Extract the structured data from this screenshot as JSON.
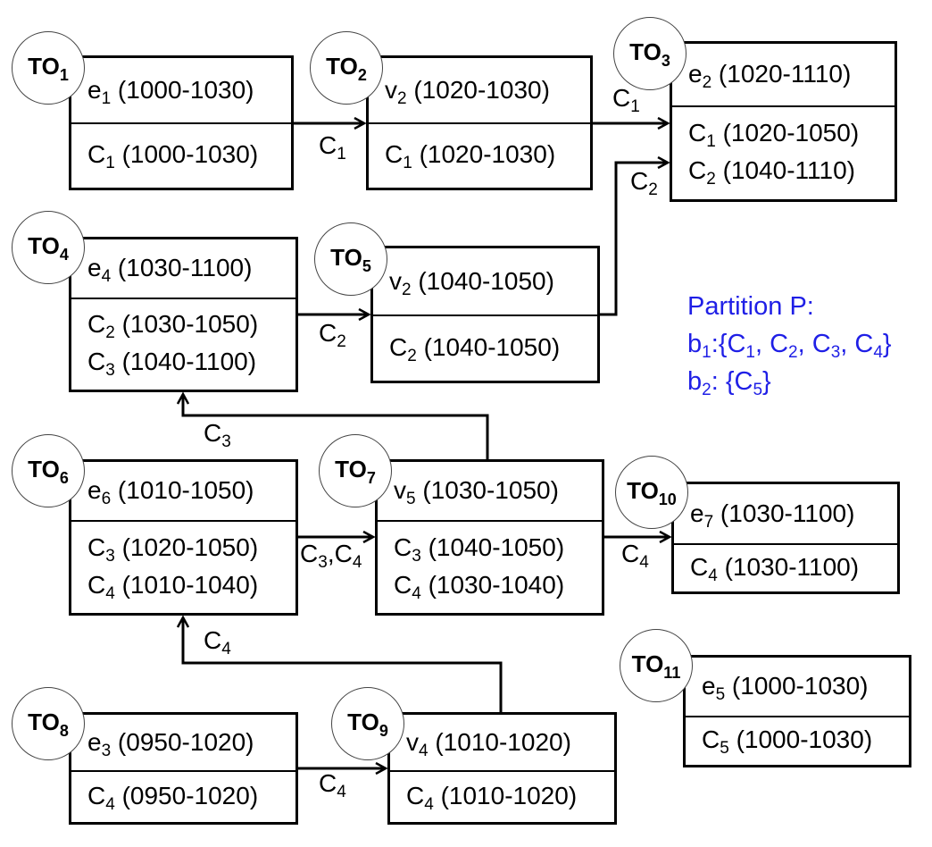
{
  "nodes": [
    {
      "id": "TO1",
      "label": "TO",
      "sub": "1",
      "head": {
        "t": "e",
        "s": "1",
        "r": "(1000-1030)"
      },
      "body": [
        {
          "t": "C",
          "s": "1",
          "r": "(1000-1030)"
        }
      ]
    },
    {
      "id": "TO2",
      "label": "TO",
      "sub": "2",
      "head": {
        "t": "v",
        "s": "2",
        "r": "(1020-1030)"
      },
      "body": [
        {
          "t": "C",
          "s": "1",
          "r": "(1020-1030)"
        }
      ]
    },
    {
      "id": "TO3",
      "label": "TO",
      "sub": "3",
      "head": {
        "t": "e",
        "s": "2",
        "r": "(1020-1110)"
      },
      "body": [
        {
          "t": "C",
          "s": "1",
          "r": "(1020-1050)"
        },
        {
          "t": "C",
          "s": "2",
          "r": "(1040-1110)"
        }
      ]
    },
    {
      "id": "TO4",
      "label": "TO",
      "sub": "4",
      "head": {
        "t": "e",
        "s": "4",
        "r": "(1030-1100)"
      },
      "body": [
        {
          "t": "C",
          "s": "2",
          "r": "(1030-1050)"
        },
        {
          "t": "C",
          "s": "3",
          "r": "(1040-1100)"
        }
      ]
    },
    {
      "id": "TO5",
      "label": "TO",
      "sub": "5",
      "head": {
        "t": "v",
        "s": "2",
        "r": "(1040-1050)"
      },
      "body": [
        {
          "t": "C",
          "s": "2",
          "r": "(1040-1050)"
        }
      ]
    },
    {
      "id": "TO6",
      "label": "TO",
      "sub": "6",
      "head": {
        "t": "e",
        "s": "6",
        "r": "(1010-1050)"
      },
      "body": [
        {
          "t": "C",
          "s": "3",
          "r": "(1020-1050)"
        },
        {
          "t": "C",
          "s": "4",
          "r": "(1010-1040)"
        }
      ]
    },
    {
      "id": "TO7",
      "label": "TO",
      "sub": "7",
      "head": {
        "t": "v",
        "s": "5",
        "r": "(1030-1050)"
      },
      "body": [
        {
          "t": "C",
          "s": "3",
          "r": "(1040-1050)"
        },
        {
          "t": "C",
          "s": "4",
          "r": "(1030-1040)"
        }
      ]
    },
    {
      "id": "TO10",
      "label": "TO",
      "sub": "10",
      "head": {
        "t": "e",
        "s": "7",
        "r": "(1030-1100)"
      },
      "body": [
        {
          "t": "C",
          "s": "4",
          "r": "(1030-1100)"
        }
      ]
    },
    {
      "id": "TO11",
      "label": "TO",
      "sub": "11",
      "head": {
        "t": "e",
        "s": "5",
        "r": "(1000-1030)"
      },
      "body": [
        {
          "t": "C",
          "s": "5",
          "r": "(1000-1030)"
        }
      ]
    },
    {
      "id": "TO8",
      "label": "TO",
      "sub": "8",
      "head": {
        "t": "e",
        "s": "3",
        "r": "(0950-1020)"
      },
      "body": [
        {
          "t": "C",
          "s": "4",
          "r": "(0950-1020)"
        }
      ]
    },
    {
      "id": "TO9",
      "label": "TO",
      "sub": "9",
      "head": {
        "t": "v",
        "s": "4",
        "r": "(1010-1020)"
      },
      "body": [
        {
          "t": "C",
          "s": "4",
          "r": "(1010-1020)"
        }
      ]
    }
  ],
  "edges": [
    {
      "id": "e-to1-to2",
      "from": "TO1",
      "to": "TO2",
      "label": [
        {
          "t": "C",
          "s": "1"
        }
      ]
    },
    {
      "id": "e-to2-to3",
      "from": "TO2",
      "to": "TO3",
      "label": [
        {
          "t": "C",
          "s": "1"
        }
      ]
    },
    {
      "id": "e-to5-to3",
      "from": "TO5",
      "to": "TO3",
      "label": [
        {
          "t": "C",
          "s": "2"
        }
      ]
    },
    {
      "id": "e-to4-to5",
      "from": "TO4",
      "to": "TO5",
      "label": [
        {
          "t": "C",
          "s": "2"
        }
      ]
    },
    {
      "id": "e-to7-to4",
      "from": "TO7",
      "to": "TO4",
      "label": [
        {
          "t": "C",
          "s": "3"
        }
      ]
    },
    {
      "id": "e-to6-to7",
      "from": "TO6",
      "to": "TO7",
      "label": [
        {
          "t": "C",
          "s": "3"
        },
        {
          "t": ",C",
          "s": "4"
        }
      ]
    },
    {
      "id": "e-to7-to10",
      "from": "TO7",
      "to": "TO10",
      "label": [
        {
          "t": "C",
          "s": "4"
        }
      ]
    },
    {
      "id": "e-to9-to6",
      "from": "TO9",
      "to": "TO6",
      "label": [
        {
          "t": "C",
          "s": "4"
        }
      ]
    },
    {
      "id": "e-to8-to9",
      "from": "TO8",
      "to": "TO9",
      "label": [
        {
          "t": "C",
          "s": "4"
        }
      ]
    }
  ],
  "partition": {
    "title": "Partition P:",
    "lines": [
      [
        {
          "t": "b",
          "s": "1"
        },
        {
          "t": ":{C",
          "s": "1"
        },
        {
          "t": ", C",
          "s": "2"
        },
        {
          "t": ", C",
          "s": "3"
        },
        {
          "t": ", C",
          "s": "4"
        },
        {
          "t": "}",
          "s": ""
        }
      ],
      [
        {
          "t": "b",
          "s": "2"
        },
        {
          "t": ": {C",
          "s": "5"
        },
        {
          "t": "}",
          "s": ""
        }
      ]
    ],
    "color": "#1f1fe6"
  }
}
